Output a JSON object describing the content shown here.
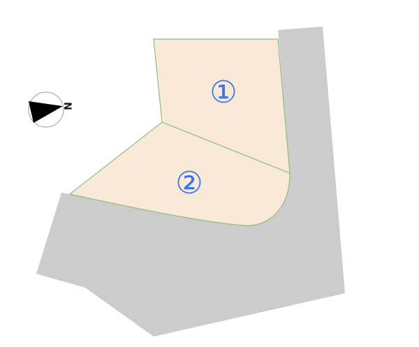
{
  "compass": {
    "north_letter": "N",
    "icon": "north-arrow-icon"
  },
  "lots": [
    {
      "id": 1,
      "label": "①"
    },
    {
      "id": 2,
      "label": "②"
    }
  ],
  "colors": {
    "road": "#cccccc",
    "lot_fill": "#f8ead7",
    "lot_border": "#8fbe7e",
    "label": "#3f74e8",
    "compass_arrow": "#000000"
  }
}
